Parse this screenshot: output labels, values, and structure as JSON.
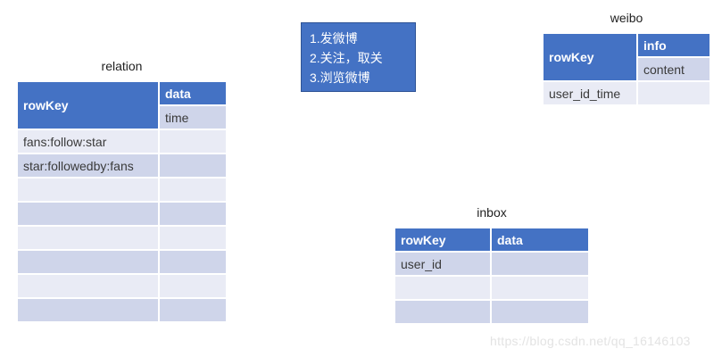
{
  "canvas": {
    "watermark": "https://blog.csdn.net/qq_16146103"
  },
  "steps_box": {
    "lines": [
      "1.发微博",
      "2.关注，取关",
      "3.浏览微博"
    ]
  },
  "tables": {
    "relation": {
      "title": "relation",
      "headers": {
        "col1": "rowKey",
        "col2": "data"
      },
      "subheader": "time",
      "rows": [
        "fans:follow:star",
        "star:followedby:fans",
        "",
        "",
        "",
        "",
        "",
        ""
      ]
    },
    "weibo": {
      "title": "weibo",
      "headers": {
        "col1": "rowKey",
        "col2": "info"
      },
      "subheader": "content",
      "rows": [
        "user_id_time"
      ]
    },
    "inbox": {
      "title": "inbox",
      "headers": {
        "col1": "rowKey",
        "col2": "data"
      },
      "rows": [
        "user_id",
        "",
        ""
      ]
    }
  },
  "colors": {
    "header_blue": "#4472C4",
    "band_dark": "#CFD5EA",
    "band_light": "#E9EBF5",
    "note_box_fill": "#4472C4",
    "note_box_border": "#2E5395"
  }
}
